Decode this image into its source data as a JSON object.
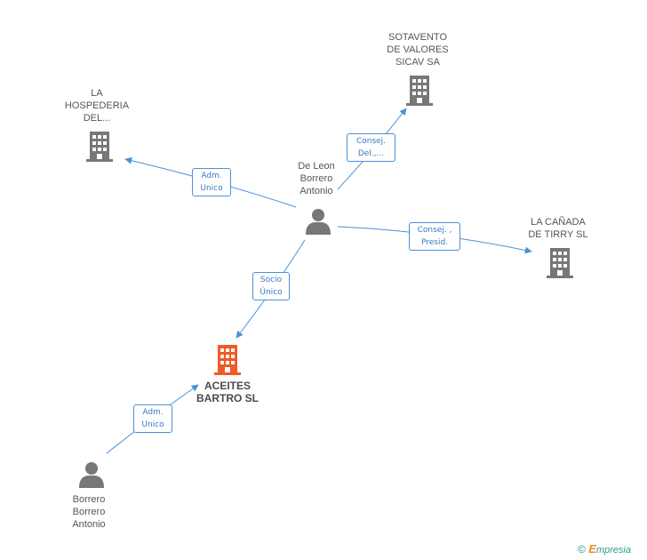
{
  "colors": {
    "edge": "#4a90d9",
    "company": "#777777",
    "company_main": "#f05a28",
    "person": "#777777"
  },
  "nodes": {
    "hospederia": {
      "label": "LA\nHOSPEDERIA\nDEL...",
      "icon": "building-icon"
    },
    "sotavento": {
      "label": "SOTAVENTO\nDE VALORES\nSICAV SA",
      "icon": "building-icon"
    },
    "canada": {
      "label": "LA CAÑADA\nDE TIRRY SL",
      "icon": "building-icon"
    },
    "aceites": {
      "label": "ACEITES\nBARTRO SL",
      "icon": "building-icon"
    },
    "deleon": {
      "label": "De Leon\nBorrero\nAntonio",
      "icon": "person-icon"
    },
    "borrero": {
      "label": "Borrero\nBorrero\nAntonio",
      "icon": "person-icon"
    }
  },
  "edges": {
    "adm_unico_1": "Adm.\nUnico",
    "consej_del": "Consej.\nDel.,...",
    "consej_presid": "Consej. ,\nPresid.",
    "socio_unico": "Socio\nÚnico",
    "adm_unico_2": "Adm.\nUnico"
  },
  "footer": {
    "copyright": "©",
    "brand_e": "E",
    "brand_rest": "mpresia"
  }
}
